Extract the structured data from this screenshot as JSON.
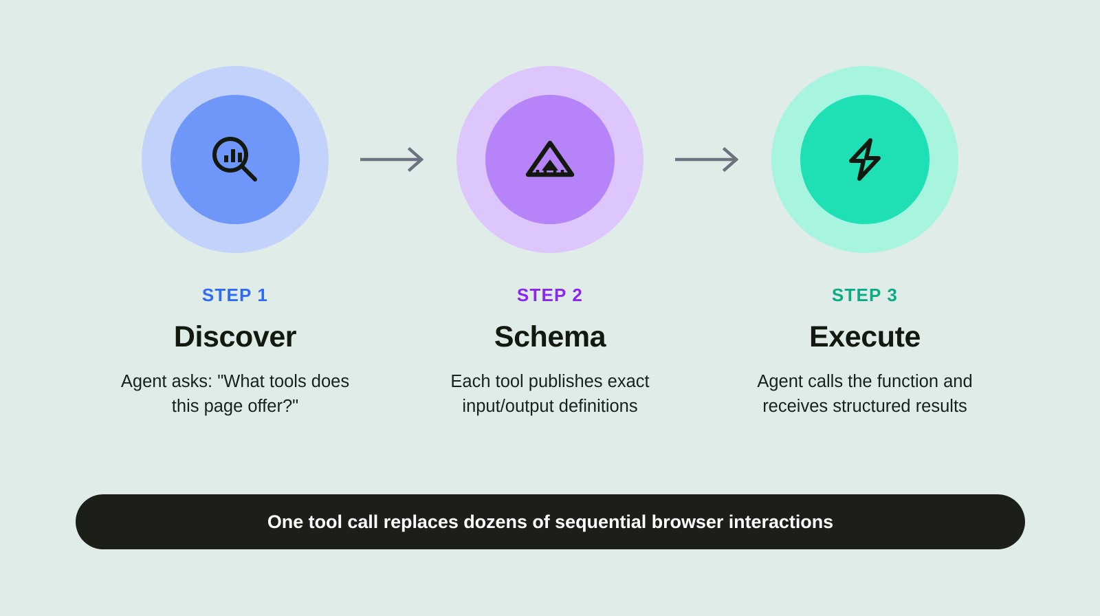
{
  "page": {
    "background_color": "#dfece8",
    "title": "Agent tool-calling three step flow"
  },
  "steps": [
    {
      "label": "STEP 1",
      "label_color": "#2f6bf5",
      "title": "Discover",
      "description": "Agent asks: \"What tools does this page offer?\"",
      "icon": "magnifier-bar-chart-icon",
      "halo_color": "#c3d2fb",
      "disc_color": "#6f96f9",
      "icon_color": "#14190f"
    },
    {
      "label": "STEP 2",
      "label_color": "#8b26f0",
      "title": "Schema",
      "description": "Each tool publishes exact input/output definitions",
      "icon": "triangle-ruler-icon",
      "halo_color": "#ddc6fc",
      "disc_color": "#b684f8",
      "icon_color": "#14190f"
    },
    {
      "label": "STEP 3",
      "label_color": "#0bab85",
      "title": "Execute",
      "description": "Agent calls the function and receives structured results",
      "icon": "lightning-bolt-icon",
      "halo_color": "#a8f5df",
      "disc_color": "#1fe0b4",
      "icon_color": "#14190f"
    }
  ],
  "connectors": [
    {
      "icon": "arrow-right-icon",
      "color": "#6b7280"
    },
    {
      "icon": "arrow-right-icon",
      "color": "#6b7280"
    }
  ],
  "banner": {
    "text": "One tool call replaces dozens of sequential browser interactions",
    "background_color": "#1b1f18",
    "text_color": "#ffffff"
  }
}
